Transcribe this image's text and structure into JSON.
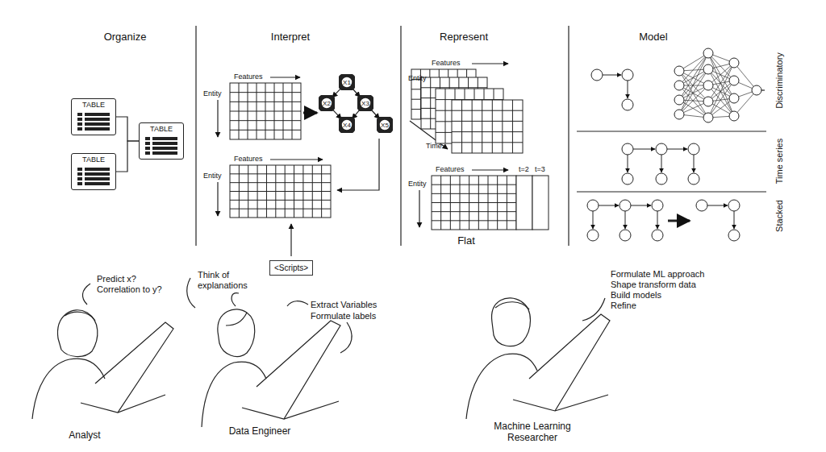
{
  "diagram": {
    "nodes": [
      {
        "text": [
          "TABLE"
        ]
      },
      {
        "text": [
          "TABLE"
        ]
      },
      {
        "text": [
          "TABLE"
        ]
      },
      {
        "text": [
          "X1"
        ]
      },
      {
        "text": [
          "X2"
        ]
      },
      {
        "text": [
          "X3"
        ]
      },
      {
        "text": [
          "X4"
        ]
      },
      {
        "text": [
          "X5"
        ]
      },
      {
        "text": [
          "<Scripts>"
        ]
      }
    ],
    "edges": [
      {
        "from": 0,
        "to": 2,
        "arrow": "none"
      },
      {
        "from": 1,
        "to": 2,
        "arrow": "none"
      },
      {
        "from": 3,
        "to": 4,
        "arrow": "to"
      },
      {
        "from": 3,
        "to": 5,
        "arrow": "to"
      },
      {
        "from": 4,
        "to": 6,
        "arrow": "to"
      },
      {
        "from": 5,
        "to": 6,
        "arrow": "to"
      },
      {
        "from": 5,
        "to": 7,
        "arrow": "to"
      }
    ],
    "labels": [
      "Organize",
      "Interpret",
      "Represent",
      "Model",
      "Features",
      "Entity",
      "Features",
      "Entity",
      "Features",
      "Entity",
      "Time",
      "Features",
      "Entity",
      "t=2",
      "t=3",
      "Flat",
      "Discriminatory",
      "Time series",
      "Stacked",
      "Predict x?",
      "Correlation to y?",
      "Think of explanations",
      "Extract Variables",
      "Formulate labels",
      "Formulate ML approach",
      "Shape transform data",
      "Build models",
      "Refine",
      "Analyst",
      "Data Engineer",
      "Machine Learning Researcher"
    ]
  }
}
